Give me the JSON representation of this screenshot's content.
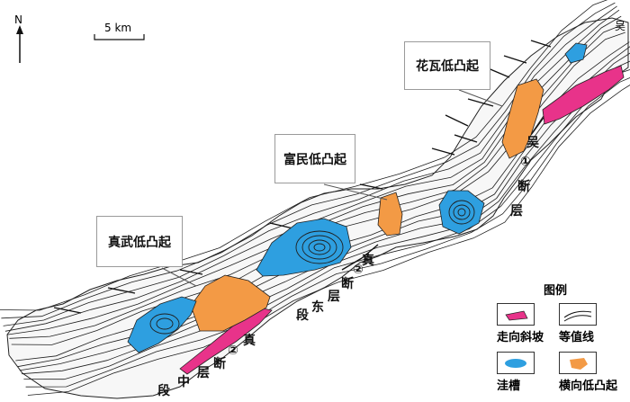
{
  "map": {
    "north_label": "N",
    "scale_label": "5 km",
    "colors": {
      "slope": "#e8338a",
      "sag": "#2e9fe0",
      "uplift": "#f39a45",
      "contour": "#1f1f1f",
      "fault": "#111111"
    },
    "callouts": {
      "huawa": "花瓦低凸起",
      "fumin": "富民低凸起",
      "zhenwu": "真武低凸起"
    },
    "faults": {
      "wu1": [
        "吴",
        "①",
        "断",
        "层"
      ],
      "zhen2_east": [
        "真",
        "②",
        "断",
        "层",
        "东",
        "段"
      ],
      "zhen2_mid": [
        "真",
        "②",
        "断",
        "层",
        "中",
        "段"
      ],
      "edge_wu": "吴"
    },
    "legend": {
      "title": "图例",
      "items": [
        {
          "label": "走向斜坡",
          "icon": "slope-swatch"
        },
        {
          "label": "等值线",
          "icon": "contour-swatch"
        },
        {
          "label": "洼槽",
          "icon": "sag-swatch"
        },
        {
          "label": "横向低凸起",
          "icon": "uplift-swatch"
        }
      ]
    }
  }
}
